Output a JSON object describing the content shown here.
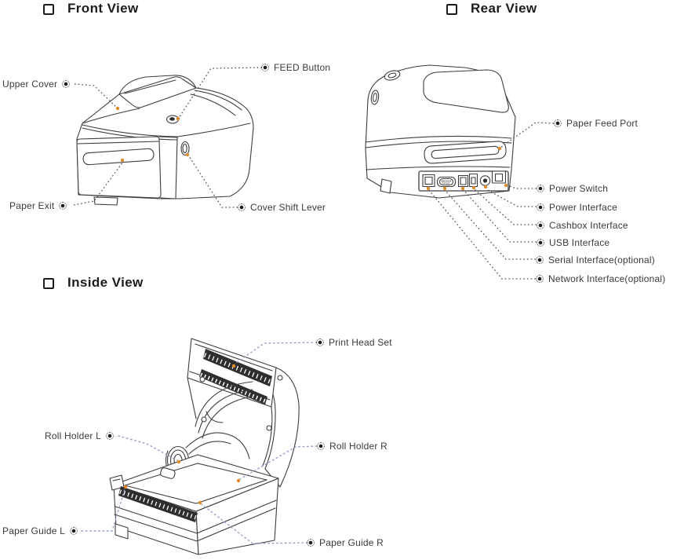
{
  "document": {
    "type": "printer-manual-diagram",
    "marker_glyph": "shadowed-square-bullet"
  },
  "colors": {
    "background": "#ffffff",
    "line_art": "#3d3d3d",
    "dark_fill": "#2e2e2e",
    "leader_dash_front_rear": "#4f4f4f",
    "leader_dash_inside": "#93a0c4",
    "connection_dot": "#e08a2e",
    "label_text": "#3a3a3a",
    "heading_text": "#1c1c1c"
  },
  "sections": {
    "front_view": {
      "title": "Front View",
      "labels": [
        {
          "id": "upper-cover",
          "text": "Upper Cover"
        },
        {
          "id": "feed-button",
          "text": "FEED Button"
        },
        {
          "id": "paper-exit",
          "text": "Paper Exit"
        },
        {
          "id": "cover-shift-lever",
          "text": "Cover Shift Lever"
        }
      ]
    },
    "rear_view": {
      "title": "Rear View",
      "labels": [
        {
          "id": "paper-feed-port",
          "text": "Paper Feed Port"
        },
        {
          "id": "power-switch",
          "text": "Power Switch"
        },
        {
          "id": "power-interface",
          "text": "Power Interface"
        },
        {
          "id": "cashbox-interface",
          "text": "Cashbox Interface"
        },
        {
          "id": "usb-interface",
          "text": "USB Interface"
        },
        {
          "id": "serial-interface",
          "text": "Serial Interface(optional)"
        },
        {
          "id": "network-interface",
          "text": "Network Interface(optional)"
        }
      ]
    },
    "inside_view": {
      "title": "Inside View",
      "labels": [
        {
          "id": "print-head-set",
          "text": "Print Head Set"
        },
        {
          "id": "roll-holder-l",
          "text": "Roll Holder L"
        },
        {
          "id": "roll-holder-r",
          "text": "Roll Holder R"
        },
        {
          "id": "paper-guide-l",
          "text": "Paper Guide L"
        },
        {
          "id": "paper-guide-r",
          "text": "Paper Guide R"
        }
      ]
    }
  }
}
